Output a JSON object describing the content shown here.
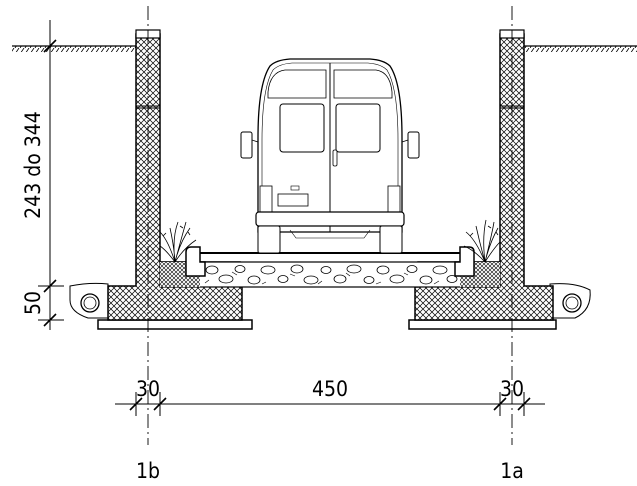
{
  "labels": {
    "height_range": "243 do 344",
    "footing_height": "50",
    "left_wall_thickness": "30",
    "inner_width": "450",
    "right_wall_thickness": "30",
    "axis_left": "1b",
    "axis_right": "1a"
  },
  "colors": {
    "line": "#000000",
    "background": "#ffffff"
  }
}
